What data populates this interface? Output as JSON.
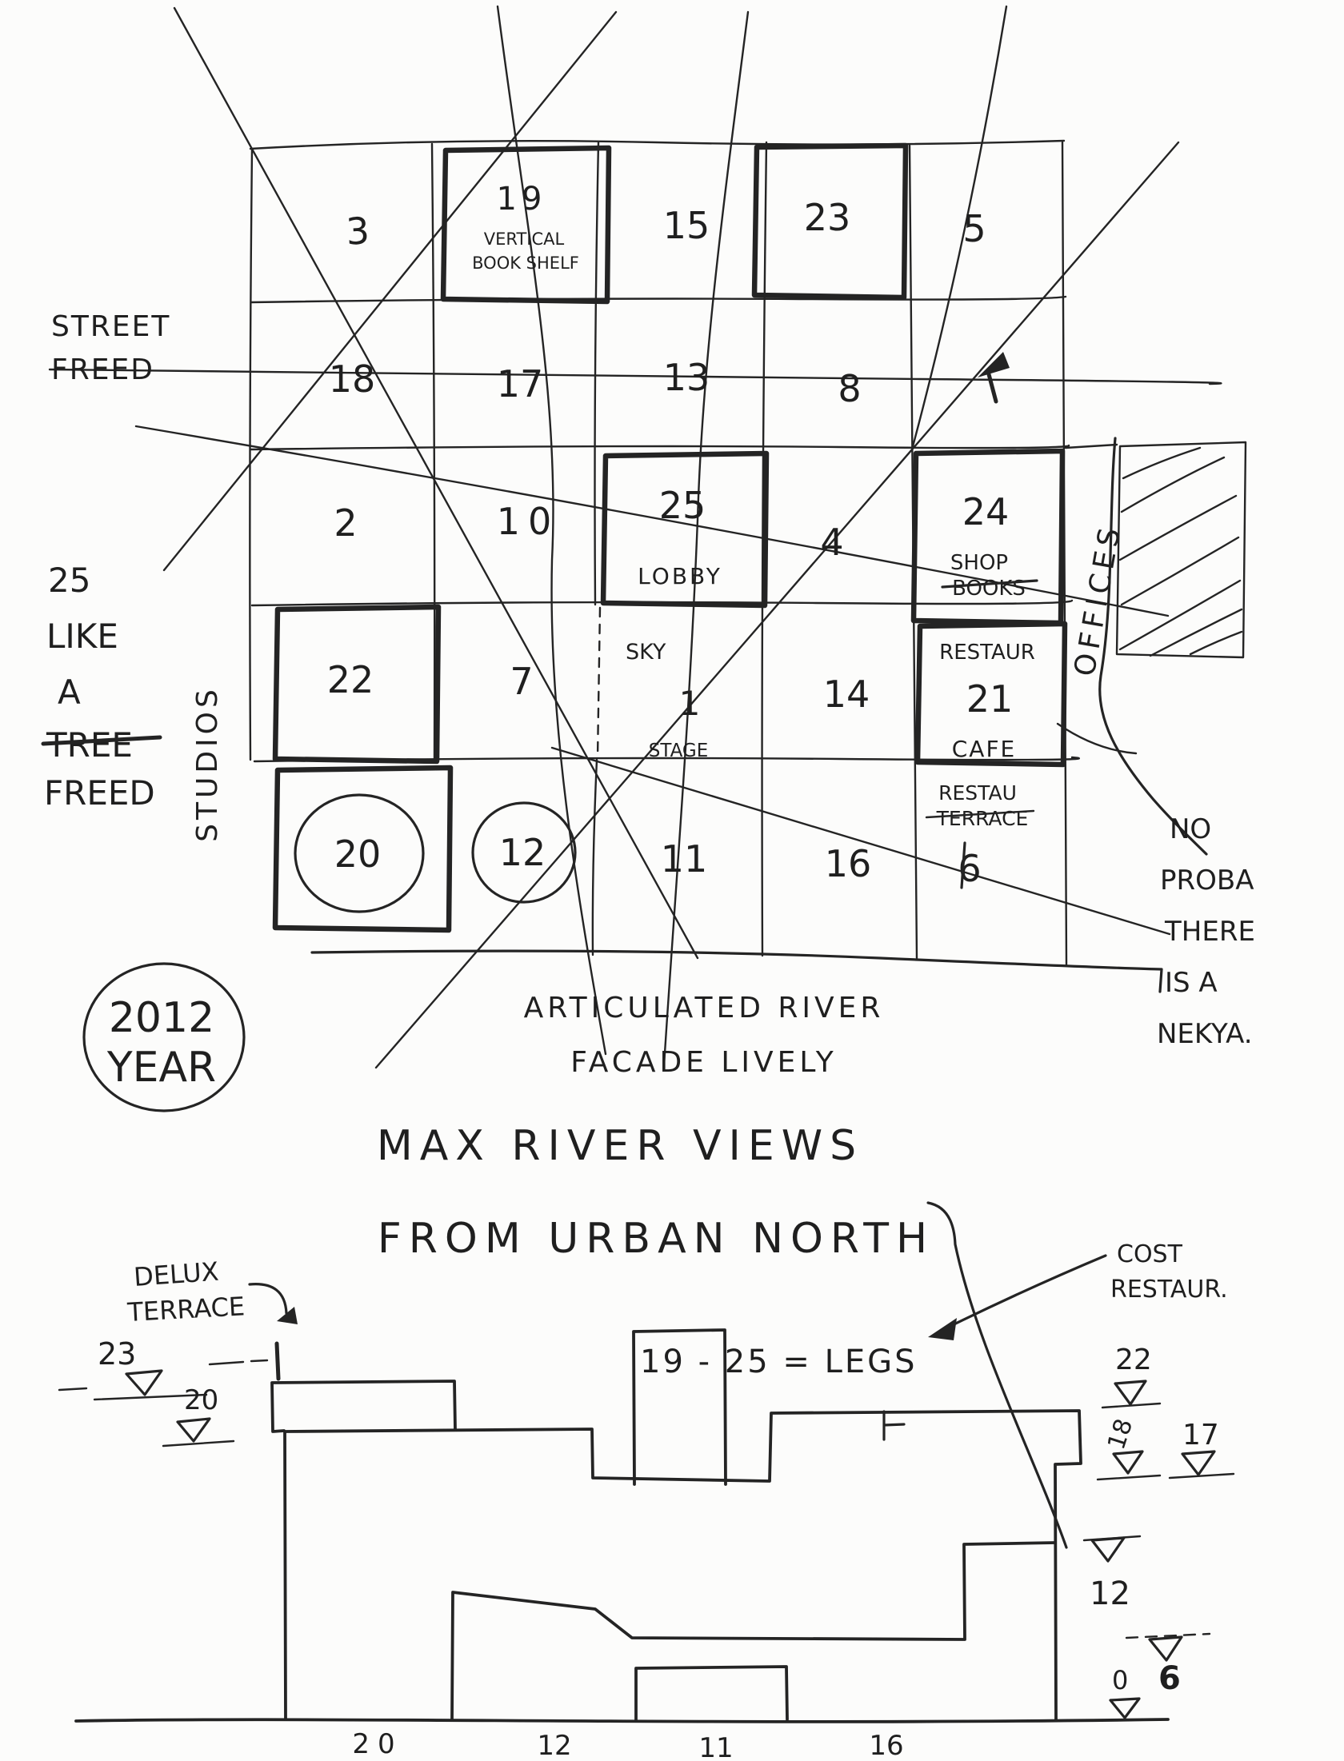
{
  "plan": {
    "street": {
      "l1": "STREET",
      "l2": "FREED"
    },
    "tree_note": {
      "l1": "25",
      "l2": "LIKE",
      "l3": "A",
      "l4": "TREE",
      "l5": "FREED"
    },
    "studios": "STUDIOS",
    "offices": "OFFICES",
    "n3": "3",
    "n15": "15",
    "n5": "5",
    "n18": "18",
    "n17": "17",
    "n13": "13",
    "n8": "8",
    "n2": "2",
    "n10": "10",
    "n4": "4",
    "n7": "7",
    "n14": "14",
    "n11": "11",
    "n16": "16",
    "b19": {
      "num": "19",
      "l1": "VERTICAL",
      "l2": "BOOK SHELF"
    },
    "b23": "23",
    "b25": {
      "num": "25",
      "label": "LOBBY"
    },
    "b24": {
      "num": "24",
      "l1": "SHOP",
      "l2": "BOOKS"
    },
    "b22": "22",
    "sky": {
      "l1": "SKY",
      "num": "1",
      "l2": "STAGE"
    },
    "b21": {
      "l1": "RESTAUR",
      "num": "21",
      "l2": "CAFE"
    },
    "b20": "20",
    "n12c": "12",
    "restau": {
      "l1": "RESTAU",
      "l2": "TERRACE",
      "num": "6"
    },
    "year": {
      "l1": "2012",
      "l2": "YEAR"
    },
    "facade": {
      "l1": "ARTICULATED RIVER",
      "l2": "FACADE LIVELY"
    },
    "nekya": {
      "l1": "NO",
      "l2": "PROBA",
      "l3": "THERE",
      "l4": "IS A",
      "l5": "NEKYA."
    }
  },
  "title": {
    "l1": "MAX RIVER VIEWS",
    "l2": "FROM URBAN NORTH"
  },
  "elevation": {
    "legs": "19 - 25 = LEGS",
    "delux": {
      "l1": "DELUX",
      "l2": "TERRACE"
    },
    "cost": {
      "l1": "COST",
      "l2": "RESTAUR."
    },
    "lv23": "23",
    "lv20": "20",
    "lv22": "22",
    "lv18": "18",
    "lv17": "17",
    "lv12": "12",
    "lv6": "6",
    "lv0": "0",
    "g20": "20",
    "g12": "12",
    "g11": "11",
    "g16": "16"
  }
}
